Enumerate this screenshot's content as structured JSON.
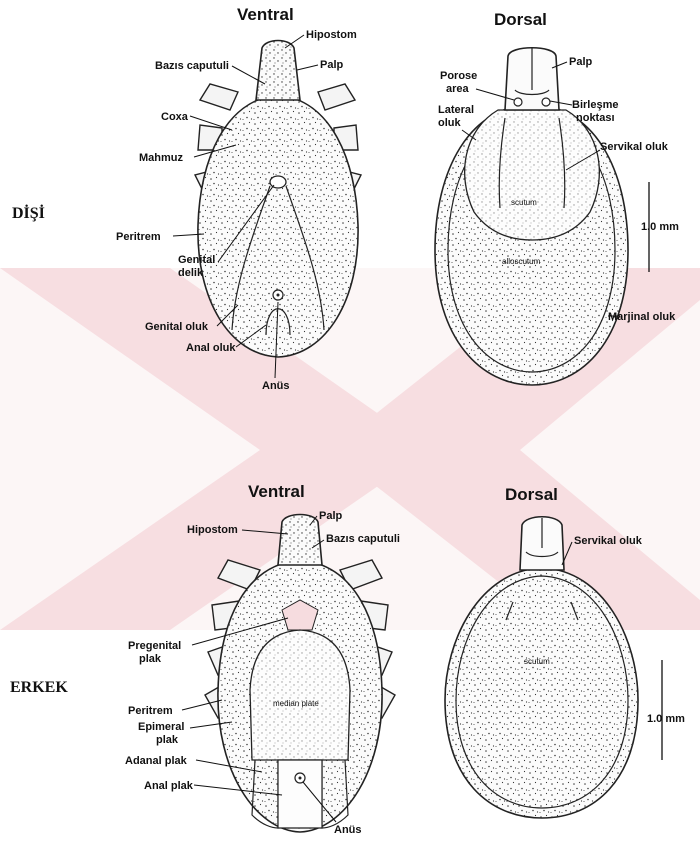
{
  "headers": {
    "female_ventral": "Ventral",
    "female_dorsal": "Dorsal",
    "male_ventral": "Ventral",
    "male_dorsal": "Dorsal"
  },
  "sides": {
    "female": "DİŞİ",
    "male": "ERKEK"
  },
  "female_ventral_labels": {
    "hipostom": "Hipostom",
    "bazis": "Bazıs caputuli",
    "palp": "Palp",
    "coxa": "Coxa",
    "mahmuz": "Mahmuz",
    "peritrem": "Peritrem",
    "genital_delik_1": "Genital",
    "genital_delik_2": "delik",
    "genital_oluk": "Genital oluk",
    "anal_oluk": "Anal oluk",
    "anus": "Anüs"
  },
  "female_dorsal_labels": {
    "palp": "Palp",
    "porose_1": "Porose",
    "porose_2": "area",
    "lateral_1": "Lateral",
    "lateral_2": "oluk",
    "birlesme_1": "Birleşme",
    "birlesme_2": "noktası",
    "servikal": "Servikal oluk",
    "scutum": "scutum",
    "alloscutum": "alloscutum",
    "marjinal": "Marjinal oluk",
    "scale": "1.0 mm"
  },
  "male_ventral_labels": {
    "palp": "Palp",
    "hipostom": "Hipostom",
    "bazis": "Bazıs caputuli",
    "pregenital_1": "Pregenital",
    "pregenital_2": "plak",
    "median": "median plate",
    "peritrem": "Peritrem",
    "epimeral_1": "Epimeral",
    "epimeral_2": "plak",
    "adanal": "Adanal plak",
    "anal": "Anal plak",
    "anus": "Anüs"
  },
  "male_dorsal_labels": {
    "servikal": "Servikal oluk",
    "scutum": "scutum",
    "scale": "1.0 mm"
  }
}
